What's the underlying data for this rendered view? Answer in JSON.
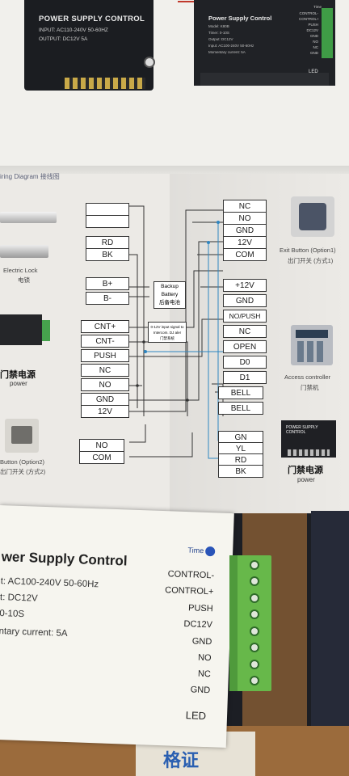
{
  "top_products": {
    "left": {
      "title": "POWER SUPPLY CONTROL",
      "input": "INPUT: AC110-240V 50-60HZ",
      "output": "OUTPUT: DC12V 5A"
    },
    "right": {
      "brand": "Time",
      "title": "Power Supply Control",
      "specs": [
        "Model: K80B",
        "Timer: 0-10S",
        "Output: DC12V",
        "Input: AC100-240V 50-60Hz",
        "Momentary current: 5A"
      ],
      "terminals": [
        "CONTROL-",
        "CONTROL+",
        "PUSH",
        "DC12V",
        "GND",
        "NO",
        "NC",
        "GND"
      ],
      "led": "LED"
    }
  },
  "diagram": {
    "title": "iring Diagram 接线图",
    "left_boxes": [
      "RD",
      "BK",
      "B+",
      "B-",
      "CNT+",
      "CNT-",
      "PUSH",
      "NC",
      "NO",
      "GND",
      "12V",
      "NO",
      "COM"
    ],
    "right_top_boxes": [
      "NC",
      "NO",
      "GND",
      "12V",
      "COM"
    ],
    "right_mid_boxes": [
      "+12V",
      "GND",
      "NO/PUSH",
      "NC",
      "OPEN",
      "D0",
      "D1",
      "BELL",
      "BELL"
    ],
    "right_bottom_boxes": [
      "GN",
      "YL",
      "RD",
      "BK"
    ],
    "backup": [
      "Backup",
      "Battery",
      "后备电池"
    ],
    "note": [
      "0-12V input signal to",
      "Intercom. DJ aler",
      "门禁系统"
    ],
    "captions": {
      "electric_lock": "Electric Lock",
      "electric_lock_cn": "电锁",
      "power_left": "门禁电源",
      "power_left_en": "power",
      "exit_button": "Exit Button (Option1)",
      "exit_button_cn": "出门开关 (方式1)",
      "access_controller": "Access controller",
      "access_controller_cn": "门禁机",
      "power_right": "门禁电源",
      "power_right_en": "power",
      "button_option2": "Button (Option2)",
      "button_option2_cn": "出门开关 (方式2)"
    }
  },
  "device": {
    "brand": "Time",
    "title": "wer Supply Control",
    "lines": [
      "t: AC100-240V 50-60Hz",
      "t: DC12V",
      "0-10S",
      "ntary current: 5A"
    ],
    "terminals": [
      "CONTROL-",
      "CONTROL+",
      "PUSH",
      "DC12V",
      "GND",
      "NO",
      "NC",
      "GND"
    ],
    "led": "LED"
  },
  "certificate": "格证",
  "colors": {
    "paper": "#eceae6",
    "terminal_green": "#67b84a",
    "wire_blue": "#2e86c1",
    "device_face": "#f6f5ef"
  }
}
